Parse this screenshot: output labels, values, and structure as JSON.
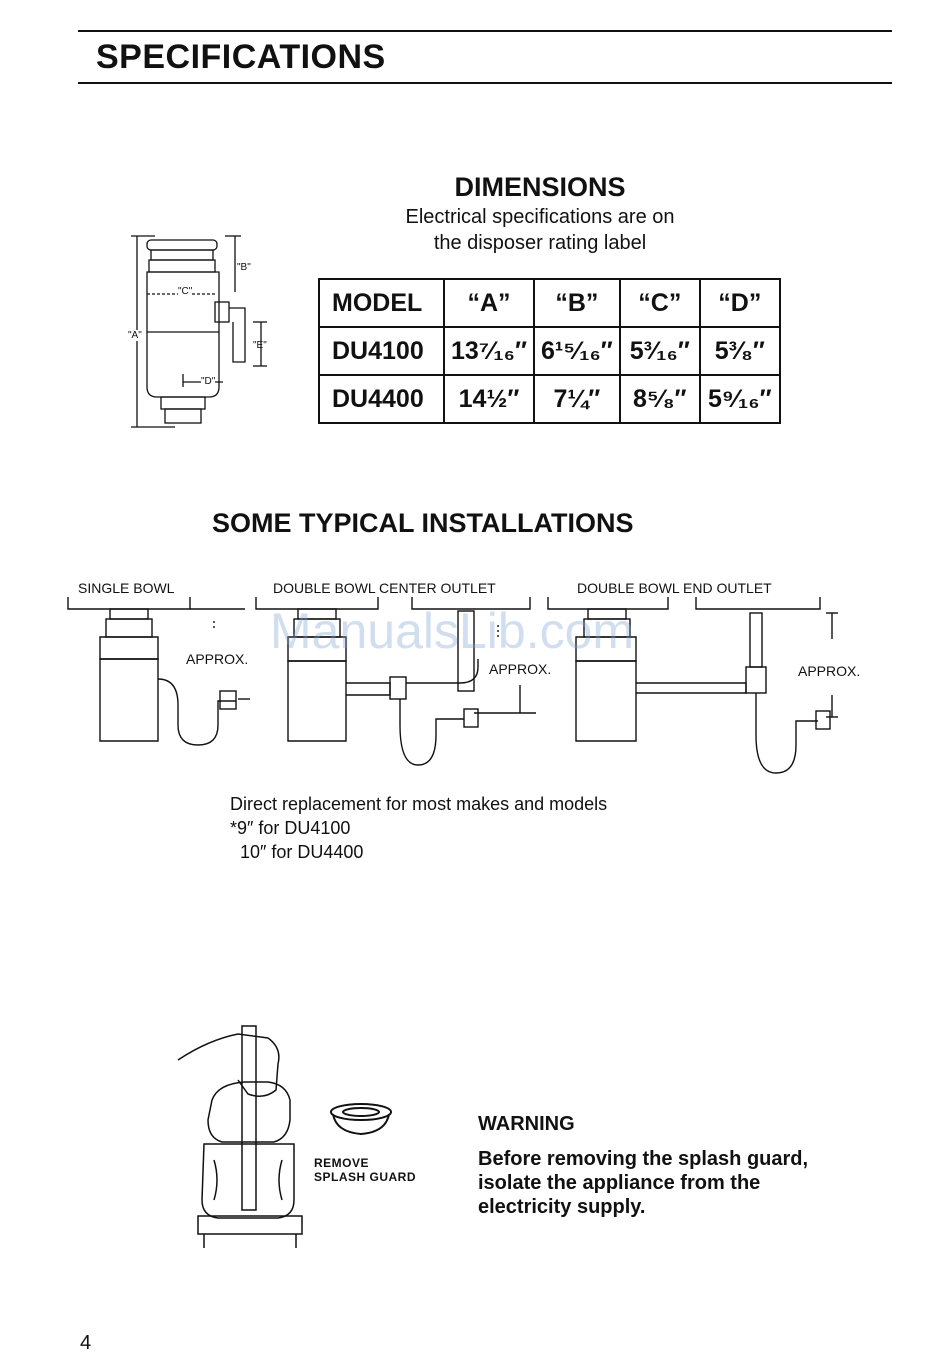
{
  "page": {
    "title": "SPECIFICATIONS",
    "page_number": "4"
  },
  "dimensions": {
    "title": "DIMENSIONS",
    "subtitle_line1": "Electrical specifications are on",
    "subtitle_line2": "the disposer rating label",
    "diagram_labels": {
      "a": "\"A\"",
      "b": "\"B\"",
      "c": "\"C\"",
      "d": "\"D\"",
      "e": "\"E\""
    },
    "table": {
      "headers": [
        "MODEL",
        "“A”",
        "“B”",
        "“C”",
        "“D”"
      ],
      "rows": [
        [
          "DU4100",
          "13⁷⁄₁₆″",
          "6¹⁵⁄₁₆″",
          "5³⁄₁₆″",
          "5³⁄₈″"
        ],
        [
          "DU4400",
          "14½″",
          "7¼″",
          "8⁵⁄₈″",
          "5⁹⁄₁₆″"
        ]
      ]
    }
  },
  "installations": {
    "title": "SOME TYPICAL INSTALLATIONS",
    "labels": [
      "SINGLE BOWL",
      "DOUBLE BOWL CENTER OUTLET",
      "DOUBLE BOWL END OUTLET"
    ],
    "approx": "APPROX.",
    "notes": [
      "Direct replacement for most makes and models",
      "*9″ for DU4100",
      "10″ for DU4400"
    ]
  },
  "warning": {
    "splash_line1": "REMOVE",
    "splash_line2": "SPLASH GUARD",
    "title": "WARNING",
    "lines": [
      "Before removing the splash guard,",
      "isolate the appliance from the",
      "electricity supply."
    ]
  },
  "watermark": "ManualsLib.com"
}
